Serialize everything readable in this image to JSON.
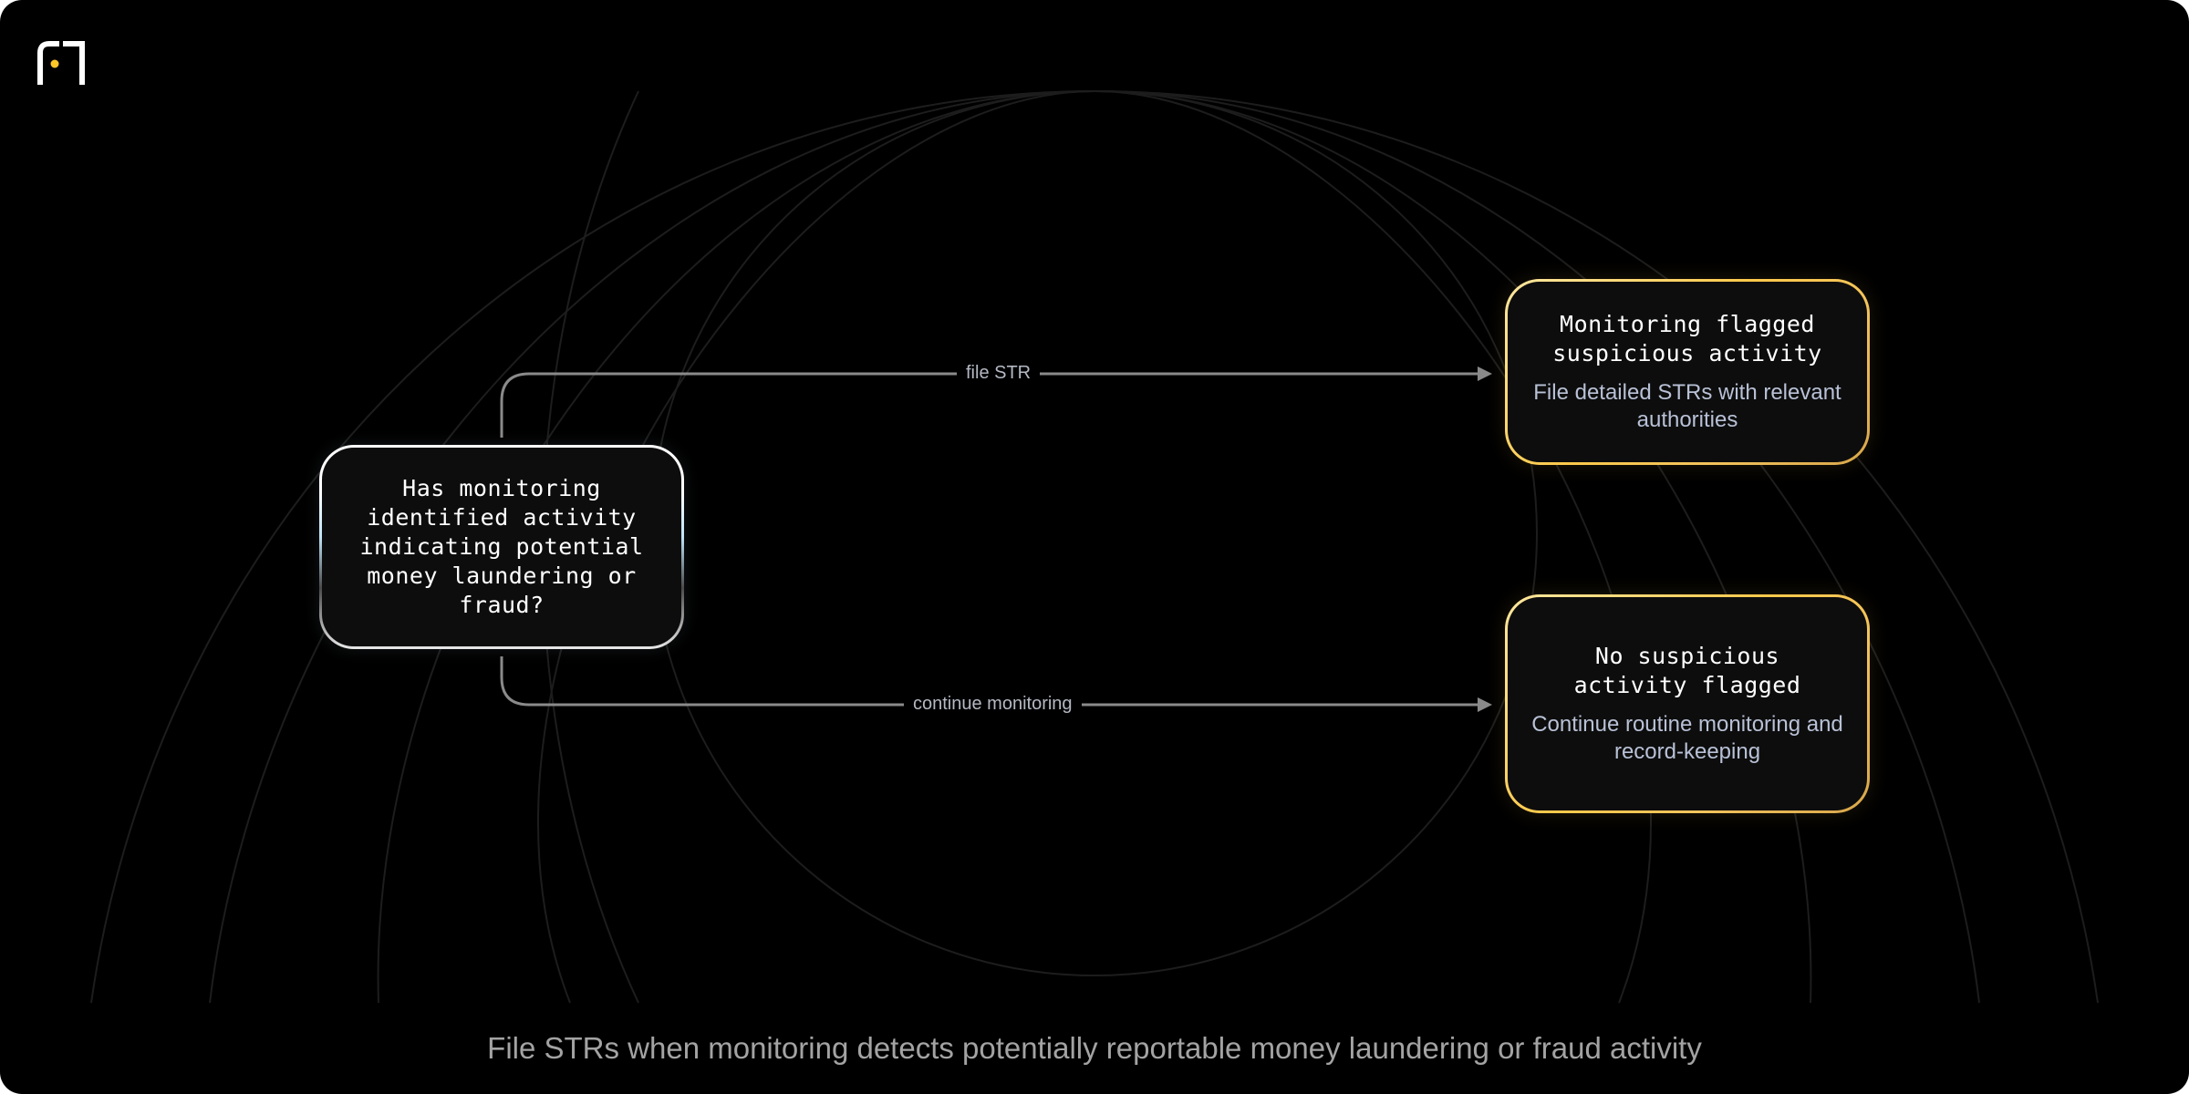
{
  "diagram": {
    "question": "Has monitoring identified activity indicating potential money laundering or fraud?",
    "edges": {
      "yes_label": "file STR",
      "no_label": "continue monitoring"
    },
    "outcome_flagged": {
      "title": "Monitoring flagged suspicious activity",
      "description": "File detailed STRs with relevant authorities"
    },
    "outcome_none": {
      "title": "No suspicious activity flagged",
      "description": "Continue routine monitoring and record-keeping"
    }
  },
  "caption": "File STRs when monitoring detects potentially reportable money laundering or fraud activity",
  "colors": {
    "background": "#000000",
    "outcome_border": "#ffc94a",
    "question_border_accent": "#bfe3f6",
    "description_text": "#b8c1d6",
    "connector": "#8a8a8a",
    "logo_dot": "#ffc62a"
  },
  "icons": {
    "logo": "brand-logo-icon",
    "arrowhead": "arrowhead-icon"
  }
}
